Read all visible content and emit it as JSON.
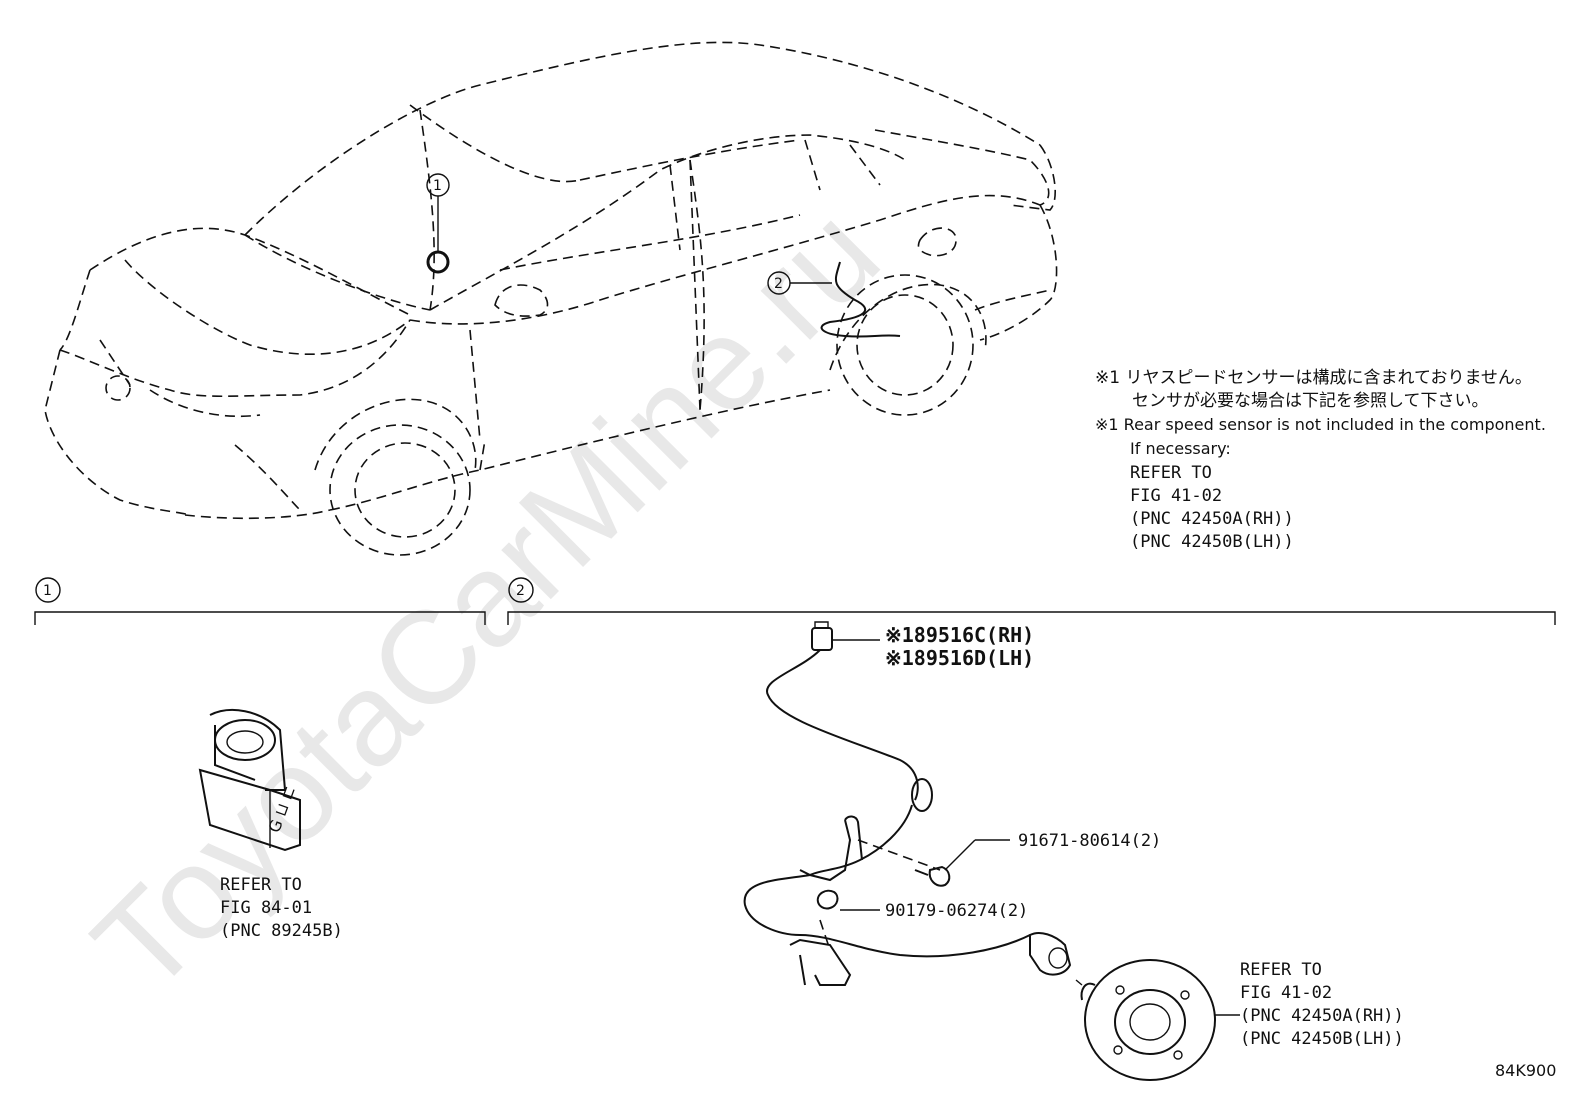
{
  "watermark": "ToyotaCarMine.ru",
  "callouts": [
    "1",
    "2"
  ],
  "notes": {
    "jp_line1": "※1 リヤスピードセンサーは構成に含まれておりません。",
    "jp_line2": "センサが必要な場合は下記を参照して下さい。",
    "en_line1": "※1 Rear speed sensor is not included in the component.",
    "en_line2": "If necessary:",
    "ref_line1": "REFER TO",
    "ref_line2": "FIG 41-02",
    "ref_line3": "(PNC 42450A(RH))",
    "ref_line4": "(PNC 42450B(LH))"
  },
  "section1": {
    "number": "1",
    "ref_line1": "REFER TO",
    "ref_line2": "FIG 84-01",
    "ref_line3": "(PNC 89245B)"
  },
  "section2": {
    "number": "2",
    "sensor_rh": "※189516C(RH)",
    "sensor_lh": "※189516D(LH)",
    "bolt": "91671-80614(2)",
    "nut": "90179-06274(2)",
    "hub_ref1": "REFER TO",
    "hub_ref2": "FIG 41-02",
    "hub_ref3": "(PNC 42450A(RH))",
    "hub_ref4": "(PNC 42450B(LH))"
  },
  "figure_code": "84K900"
}
